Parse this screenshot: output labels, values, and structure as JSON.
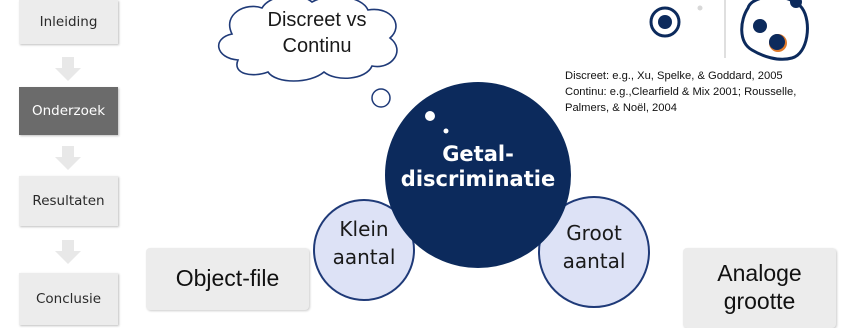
{
  "nav": {
    "items": [
      {
        "label": "Inleiding",
        "active": false
      },
      {
        "label": "Onderzoek",
        "active": true
      },
      {
        "label": "Resultaten",
        "active": false
      },
      {
        "label": "Conclusie",
        "active": false
      }
    ]
  },
  "diagram": {
    "thought_cloud": {
      "line1": "Discreet vs",
      "line2": "Continu"
    },
    "center": {
      "line1": "Getal-",
      "line2": "discriminatie"
    },
    "left_circle": {
      "line1": "Klein",
      "line2": "aantal"
    },
    "right_circle": {
      "line1": "Groot",
      "line2": "aantal"
    },
    "object_file_box": "Object-file",
    "analog_box": {
      "line1": "Analoge",
      "line2": "grootte"
    },
    "references": {
      "line1": "Discreet: e.g., Xu, Spelke, & Goddard, 2005",
      "line2": "Continu: e.g.,Clearfield & Mix 2001; Rousselle,",
      "line3": "Palmers, & Noël, 2004"
    }
  },
  "colors": {
    "navy": "#0c2a5c",
    "circle_fill": "#dde2f6",
    "circle_stroke": "#1f3a78",
    "nav_bg": "#ececec",
    "nav_active": "#6b6b6b",
    "dot_orange": "#e07a2a"
  }
}
